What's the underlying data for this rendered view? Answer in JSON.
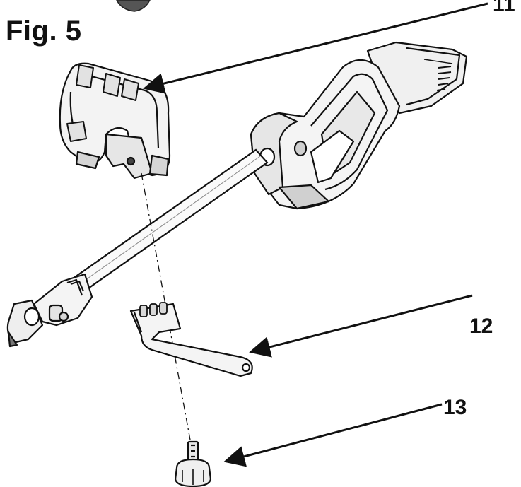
{
  "figure": {
    "title": "Fig. 5"
  },
  "callouts": [
    {
      "id": "11",
      "label": "11"
    },
    {
      "id": "12",
      "label": "12"
    },
    {
      "id": "13",
      "label": "13"
    }
  ],
  "colors": {
    "ink": "#111111",
    "part_fill": "#f2f2f2",
    "shade": "#c8c8c8",
    "dark": "#555555"
  }
}
